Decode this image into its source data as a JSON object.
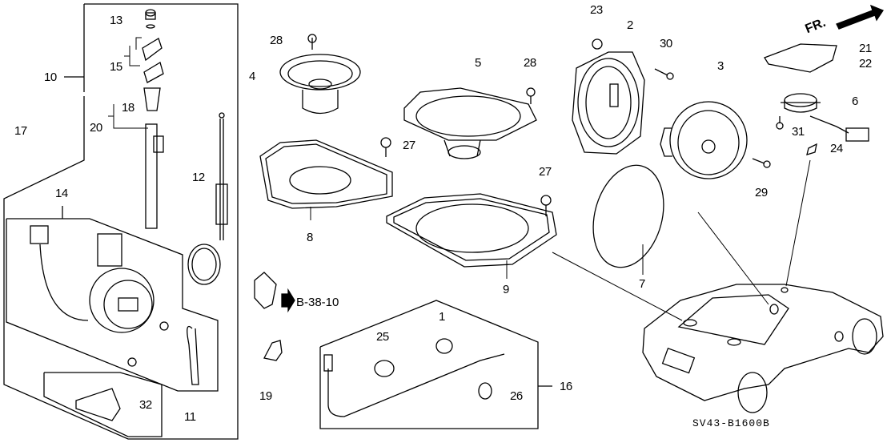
{
  "diagram": {
    "title_code": "SV43-B1600B",
    "direction_label": "FR.",
    "cross_reference": "B-38-10",
    "callouts": {
      "c1": "1",
      "c2": "2",
      "c3": "3",
      "c4": "4",
      "c5": "5",
      "c6": "6",
      "c7": "7",
      "c8": "8",
      "c9": "9",
      "c10": "10",
      "c11": "11",
      "c12": "12",
      "c13": "13",
      "c14": "14",
      "c15": "15",
      "c16": "16",
      "c17": "17",
      "c18": "18",
      "c19": "19",
      "c20": "20",
      "c21": "21",
      "c22": "22",
      "c23": "23",
      "c24": "24",
      "c25": "25",
      "c26": "26",
      "c27a": "27",
      "c27b": "27",
      "c28a": "28",
      "c28b": "28",
      "c29": "29",
      "c30": "30",
      "c31": "31",
      "c32": "32"
    },
    "parts": [
      {
        "id": "10",
        "name": "antenna-assembly"
      },
      {
        "id": "12",
        "name": "antenna-mast"
      },
      {
        "id": "14",
        "name": "antenna-motor"
      },
      {
        "id": "11",
        "name": "antenna-bracket"
      },
      {
        "id": "4",
        "name": "door-speaker-small"
      },
      {
        "id": "5",
        "name": "rear-shelf-speaker-oval"
      },
      {
        "id": "8",
        "name": "speaker-gasket"
      },
      {
        "id": "9",
        "name": "speaker-gasket-oval"
      },
      {
        "id": "2",
        "name": "speaker-bracket"
      },
      {
        "id": "3",
        "name": "door-speaker"
      },
      {
        "id": "7",
        "name": "speaker-seal"
      },
      {
        "id": "6",
        "name": "tweeter"
      },
      {
        "id": "21",
        "name": "tweeter-grille"
      },
      {
        "id": "16",
        "name": "antenna-feeder-cable"
      }
    ]
  }
}
